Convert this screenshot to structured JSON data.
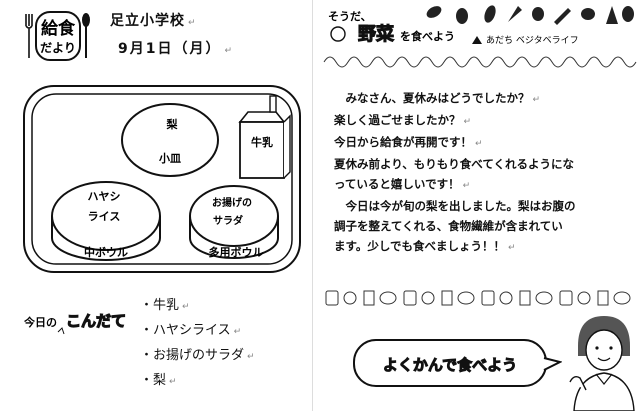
{
  "header": {
    "logo_line1": "給食",
    "logo_line2": "だより",
    "school": "足立小学校",
    "date": "9月1日（月）"
  },
  "tray": {
    "nashi": "梨",
    "kozara": "小皿",
    "milk": "牛乳",
    "hayashi_line1": "ハヤシ",
    "hayashi_line2": "ライス",
    "naka_bowl": "中ボウル",
    "salad_line1": "お揚げの",
    "salad_line2": "サラダ",
    "tayou_bowl": "多用ボウル"
  },
  "kondate": {
    "label_a": "今日の",
    "label_b": "こんだて",
    "items": [
      "・牛乳",
      "・ハヤシライス",
      "・お揚げのサラダ",
      "・梨"
    ]
  },
  "veg_banner": {
    "line_a": "そうだ、",
    "line_b": "野菜",
    "line_c": "を食べよう",
    "sub": "あだち ベジタベライフ"
  },
  "article": {
    "lines": [
      "　みなさん、夏休みはどうでしたか？",
      "楽しく過ごせましたか？",
      "今日から給食が再開です！",
      "夏休み前より、もりもり食べてくれるようにな",
      "っていると嬉しいです！",
      "　今日は今が旬の梨を出しました。梨はお腹の",
      "調子を整えてくれる、食物繊維が含まれてい",
      "ます。少しでも食べましょう！！"
    ]
  },
  "slogan": {
    "text": "よくかんで食べよう"
  }
}
